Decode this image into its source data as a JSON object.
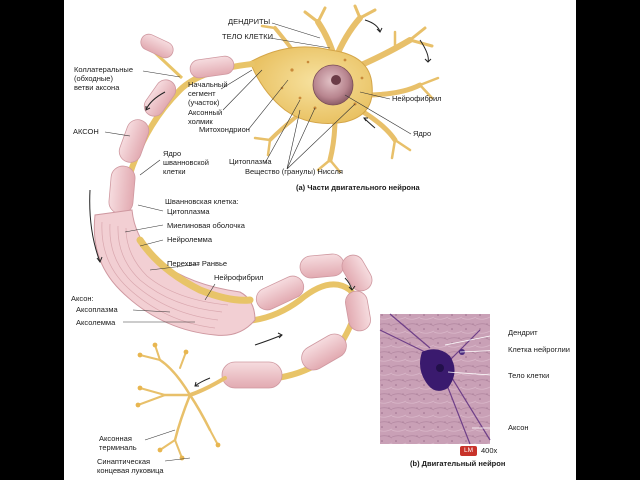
{
  "labels": {
    "dendrites": "ДЕНДРИТЫ",
    "cell_body": "ТЕЛО КЛЕТКИ",
    "collateral_1": "Коллатеральные",
    "collateral_2": "(обходные)",
    "collateral_3": "ветви аксона",
    "initial_segment_1": "Начальный",
    "initial_segment_2": "сегмент",
    "initial_segment_3": "(участок)",
    "axon_hillock_1": "Аксонный",
    "axon_hillock_2": "холмик",
    "mitochondrion": "Митохондрион",
    "neurofibril_top": "Нейрофибрил",
    "nucleus": "Ядро",
    "axon": "АКСОН",
    "schwann_nucleus_1": "Ядро",
    "schwann_nucleus_2": "шванновской",
    "schwann_nucleus_3": "клетки",
    "cytoplasm": "Цитоплазма",
    "nissl_bodies": "Вещество (гранулы) Ниссля",
    "schwann_cell": "Шванновская клетка:",
    "schwann_cytoplasm": "Цитоплазма",
    "myelin_sheath": "Миелиновая оболочка",
    "neurolemma": "Нейролемма",
    "node_of_ranvier": "Перехват Ранвье",
    "neurofibril_mid": "Нейрофибрил",
    "axon_colon": "Аксон:",
    "axoplasm": "Аксоплазма",
    "axolemma": "Аксолемма",
    "axon_terminal_1": "Аксонная",
    "axon_terminal_2": "терминаль",
    "synaptic_bulb_1": "Синаптическая",
    "synaptic_bulb_2": "концевая луковица"
  },
  "caption_a": "(a) Части двигательного нейрона",
  "caption_b": "(b) Двигательный нейрон",
  "micrograph": {
    "dendrite": "Дендрит",
    "glial_cell": "Клетка нейроглии",
    "cell_body": "Тело клетки",
    "axon": "Аксон",
    "badge": "LM",
    "magnification": "400x"
  },
  "colors": {
    "neuron_body": "#f2d27a",
    "axon_core": "#e8c468",
    "schwann_cell": "#f0c8cc",
    "nucleus": "#b8858f",
    "micrograph_bg": "#c9a0b6",
    "neuron_stain": "#3a1a6e"
  }
}
